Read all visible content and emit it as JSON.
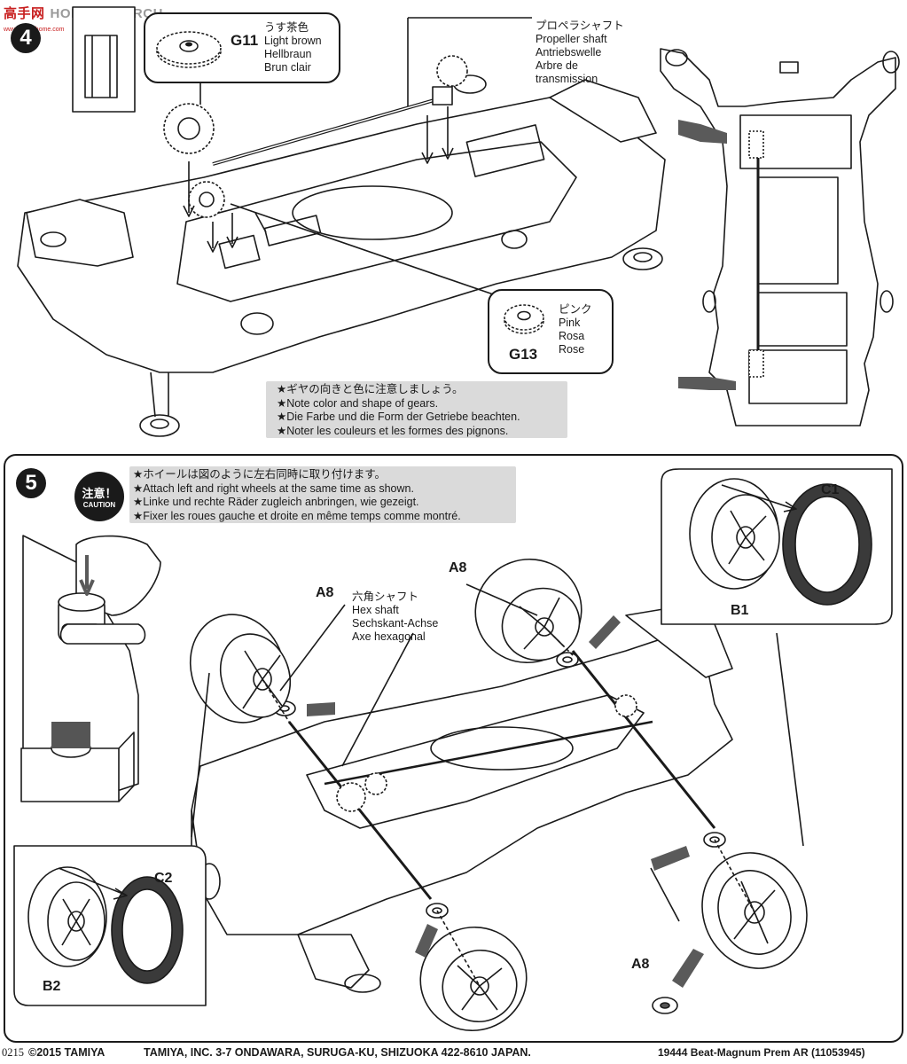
{
  "watermark": {
    "japanese": "高手网",
    "brand": "HOBBY SEARCH",
    "url": "www.hobbyhome.com"
  },
  "step4": {
    "number": "4",
    "gear_g11": {
      "code": "G11",
      "lines": [
        "うす茶色",
        "Light brown",
        "Hellbraun",
        "Brun clair"
      ]
    },
    "propeller_shaft": {
      "lines": [
        "プロペラシャフト",
        "Propeller shaft",
        "Antriebswelle",
        "Arbre de",
        "transmission"
      ]
    },
    "gear_g13": {
      "code": "G13",
      "lines": [
        "ピンク",
        "Pink",
        "Rosa",
        "Rose"
      ]
    },
    "notes": [
      "★ギヤの向きと色に注意しましょう。",
      "★Note color and shape of gears.",
      "★Die Farbe und die Form der Getriebe beachten.",
      "★Noter les couleurs et les formes des pignons."
    ]
  },
  "step5": {
    "number": "5",
    "caution": {
      "japanese": "注意！",
      "english": "CAUTION"
    },
    "notes": [
      "★ホイールは図のように左右同時に取り付けます。",
      "★Attach left and right wheels at the same time as shown.",
      "★Linke und rechte Räder zugleich anbringen, wie gezeigt.",
      "★Fixer les roues gauche et droite en même temps comme montré."
    ],
    "hex_shaft": {
      "lines": [
        "六角シャフト",
        "Hex shaft",
        "Sechskant-Achse",
        "Axe hexagonal"
      ]
    },
    "parts": {
      "a8_left": "A8",
      "a8_top": "A8",
      "a8_bottom": "A8",
      "c1": "C1",
      "b1": "B1",
      "c2": "C2",
      "b2": "B2"
    }
  },
  "footer": {
    "code": "0215",
    "copyright": "©2015 TAMIYA",
    "address": "TAMIYA, INC. 3-7 ONDAWARA, SURUGA-KU, SHIZUOKA 422-8610 JAPAN.",
    "product": "19444  Beat-Magnum Prem AR (11053945)"
  }
}
